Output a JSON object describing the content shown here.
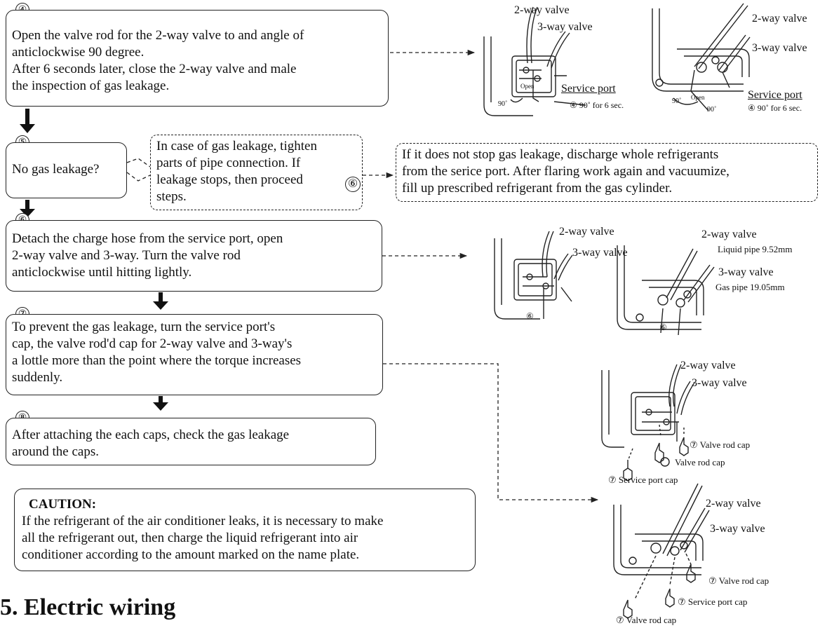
{
  "steps": {
    "s4": {
      "num": "④",
      "text_l1": "Open the valve rod for the 2-way valve to and angle of",
      "text_l2": "anticlockwise 90 degree.",
      "text_l3": "After 6 seconds later, close the 2-way valve and male",
      "text_l4": "the inspection  of gas leakage."
    },
    "s5": {
      "num": "⑤",
      "text": "No gas leakage?"
    },
    "s5_side": {
      "l1": "In case of gas leakage, tighten",
      "l2": "parts of pipe connection. If",
      "l3": "leakage stops, then proceed",
      "l4": "steps.",
      "ref": "⑥"
    },
    "s5_far": {
      "l1": "If it does not stop gas leakage, discharge whole refrigerants",
      "l2": "from the serice port. After flaring work again and vacuumize,",
      "l3": "fill up prescribed refrigerant from the gas cylinder."
    },
    "s6": {
      "num": "⑥",
      "l1": "Detach the charge hose from the service port, open",
      "l2": "2-way valve and 3-way. Turn the valve rod",
      "l3": "anticlockwise until hitting lightly."
    },
    "s7": {
      "num": "⑦",
      "l1": "To prevent the gas leakage, turn the service port's",
      "l2": "cap, the valve rod'd cap for 2-way valve and 3-way's",
      "l3": "a lottle more than the point where the torque increases",
      "l4": "suddenly."
    },
    "s8": {
      "num": "⑧",
      "l1": "After attaching the each caps, check the gas leakage",
      "l2": "around the caps."
    }
  },
  "caution": {
    "title": "CAUTION:",
    "l1": "If the refrigerant of the air conditioner leaks, it is necessary to make",
    "l2": "all the refrigerant out, then charge the liquid refrigerant into air",
    "l3": "conditioner according to the amount marked on the name plate."
  },
  "heading": "5. Electric wiring",
  "figs": {
    "f1": {
      "two_way": "2-way valve",
      "three_way": "3-way valve",
      "service_port": "Service port",
      "note": "④ 90˚ for 6 sec.",
      "open": "Open",
      "deg": "90˚"
    },
    "f2": {
      "two_way": "2-way valve",
      "three_way": "3-way valve",
      "service_port": "Service port",
      "note": "④ 90˚ for 6 sec.",
      "open": "Open",
      "deg1": "90˚",
      "deg2": "90˚"
    },
    "f3": {
      "two_way": "2-way valve",
      "three_way": "3-way valve",
      "mark": "⑥"
    },
    "f4": {
      "two_way": "2-way valve",
      "liquid": "Liquid pipe 9.52mm",
      "three_way": "3-way valve",
      "gas": "Gas pipe 19.05mm",
      "mark": "⑥"
    },
    "f5": {
      "two_way": "2-way valve",
      "three_way": "3-way valve",
      "valve_cap1": "⑦ Valve rod cap",
      "valve_cap2": "Valve rod cap",
      "service_cap": "⑦ Service port cap"
    },
    "f6": {
      "two_way": "2-way valve",
      "three_way": "3-way valve",
      "valve_cap1": "⑦  Valve rod cap",
      "service_cap": "⑦ Service port cap",
      "valve_cap2": "⑦ Valve rod cap"
    }
  }
}
